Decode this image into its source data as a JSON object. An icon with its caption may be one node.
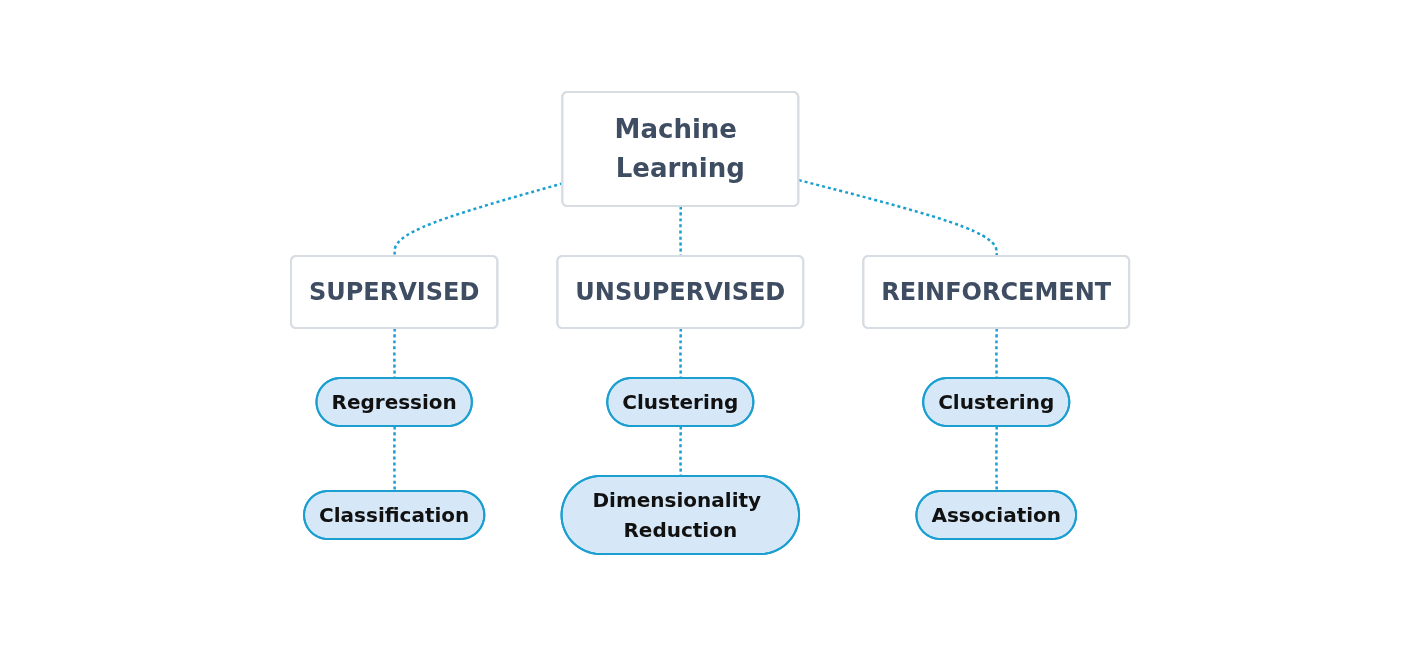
{
  "diagram": {
    "nodes": [
      {
        "text": [
          "Machine Learning"
        ]
      },
      {
        "text": [
          "SUPERVISED"
        ]
      },
      {
        "text": [
          "UNSUPERVISED"
        ]
      },
      {
        "text": [
          "REINFORCEMENT"
        ]
      },
      {
        "text": [
          "Regression"
        ]
      },
      {
        "text": [
          "Classification"
        ]
      },
      {
        "text": [
          "Clustering"
        ]
      },
      {
        "text": [
          "Dimensionality Reduction"
        ]
      },
      {
        "text": [
          "Clustering"
        ]
      },
      {
        "text": [
          "Association"
        ]
      }
    ],
    "edges": [
      {
        "from": 0,
        "to": 1,
        "arrow": "none",
        "style": "dashed",
        "color": "#1a9fd0"
      },
      {
        "from": 0,
        "to": 2,
        "arrow": "none",
        "style": "dashed",
        "color": "#1a9fd0"
      },
      {
        "from": 0,
        "to": 3,
        "arrow": "none",
        "style": "dashed",
        "color": "#1a9fd0"
      },
      {
        "from": 1,
        "to": 4,
        "arrow": "none",
        "style": "dashed",
        "color": "#1a9fd0"
      },
      {
        "from": 4,
        "to": 5,
        "arrow": "none",
        "style": "dashed",
        "color": "#1a9fd0"
      },
      {
        "from": 2,
        "to": 6,
        "arrow": "none",
        "style": "dashed",
        "color": "#1a9fd0"
      },
      {
        "from": 6,
        "to": 7,
        "arrow": "none",
        "style": "dashed",
        "color": "#1a9fd0"
      },
      {
        "from": 3,
        "to": 8,
        "arrow": "none",
        "style": "dashed",
        "color": "#1a9fd0"
      },
      {
        "from": 8,
        "to": 9,
        "arrow": "none",
        "style": "dashed",
        "color": "#1a9fd0"
      }
    ]
  }
}
